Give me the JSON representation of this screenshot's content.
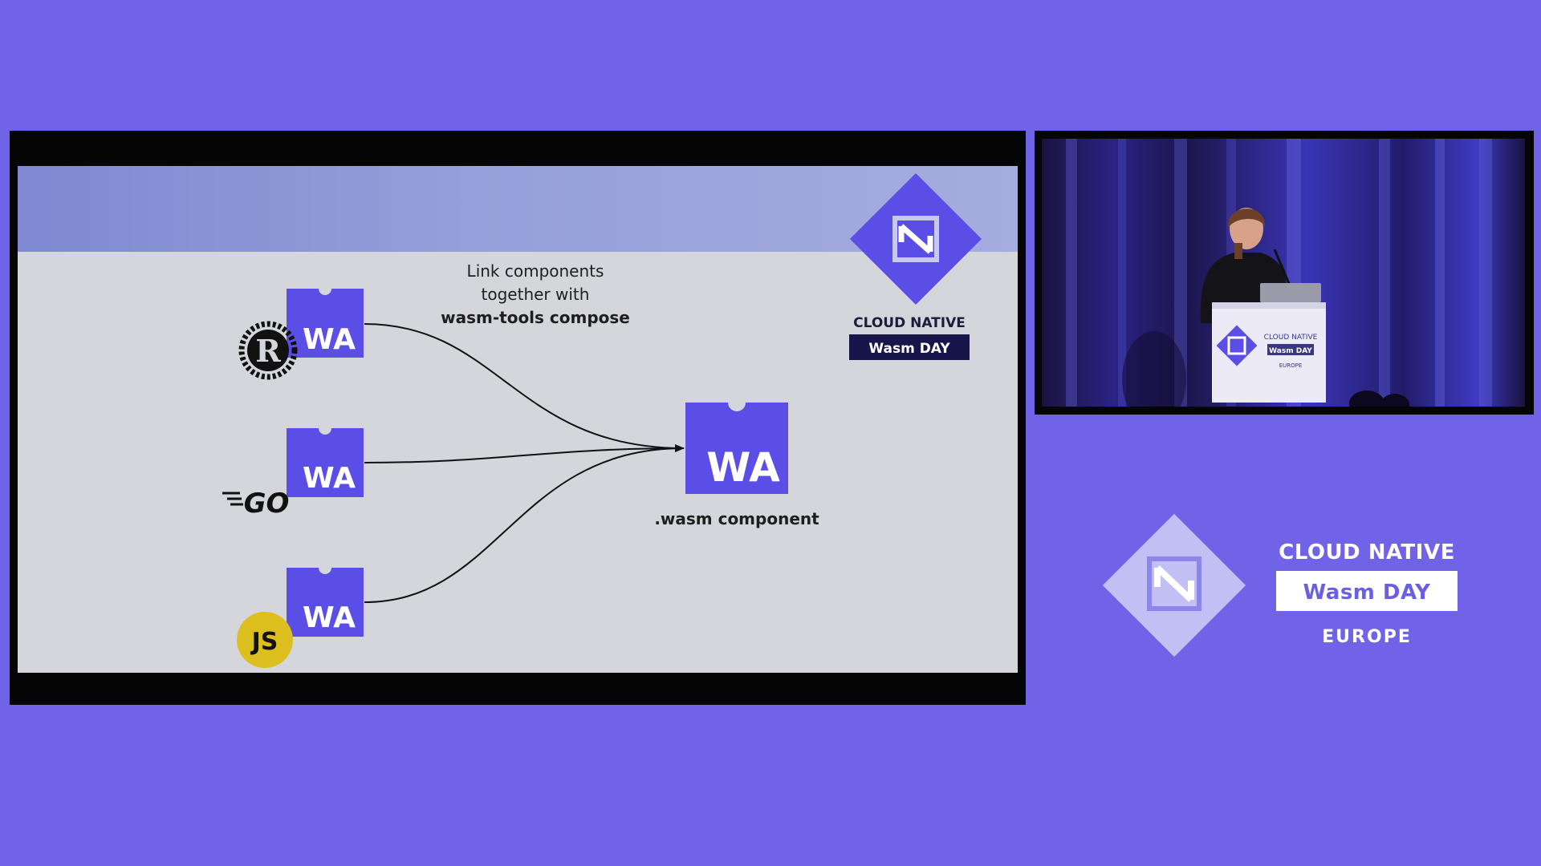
{
  "slide": {
    "caption_line1": "Link components",
    "caption_line2": "together with",
    "caption_tool": "wasm-tools compose",
    "sources": [
      {
        "label": "WA",
        "language_icon": "rust-logo-icon"
      },
      {
        "label": "WA",
        "language_icon": "go-logo-icon",
        "logo_text": "GO"
      },
      {
        "label": "WA",
        "language_icon": "javascript-logo-icon",
        "logo_text": "JS"
      }
    ],
    "target": {
      "label": "WA",
      "caption": ".wasm component"
    },
    "logo": {
      "title": "CLOUD NATIVE",
      "subtitle": "Wasm DAY"
    }
  },
  "video": {
    "podium_logo": {
      "title": "CLOUD NATIVE",
      "subtitle": "Wasm DAY",
      "region": "EUROPE"
    }
  },
  "branding": {
    "title": "CLOUD NATIVE",
    "subtitle": "Wasm DAY",
    "region": "EUROPE"
  },
  "colors": {
    "background": "#7063e8",
    "wasm_block": "#5a4ee6",
    "slide_bg": "#d4d6db",
    "frame": "#050505",
    "js_yellow": "#dcbf1f"
  }
}
